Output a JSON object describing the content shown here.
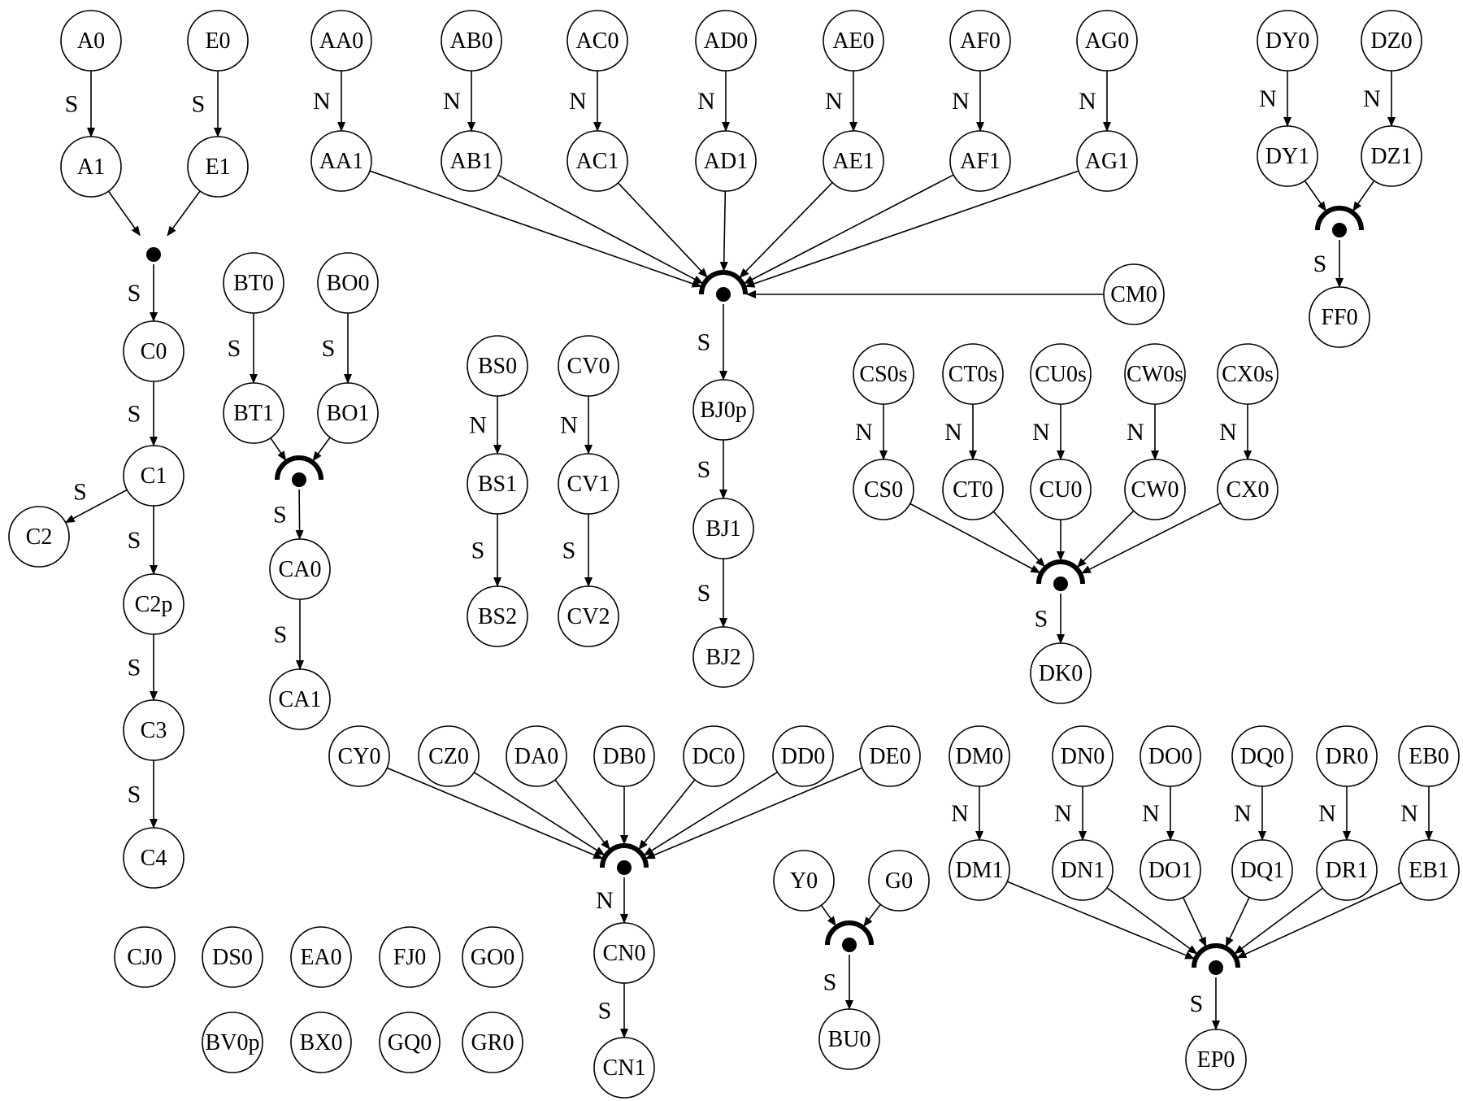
{
  "diagram": {
    "title": "",
    "nodes": [
      {
        "id": "A0",
        "label": "A0"
      },
      {
        "id": "A1",
        "label": "A1"
      },
      {
        "id": "E0",
        "label": "E0"
      },
      {
        "id": "E1",
        "label": "E1"
      },
      {
        "id": "C0",
        "label": "C0"
      },
      {
        "id": "C1",
        "label": "C1"
      },
      {
        "id": "C2",
        "label": "C2"
      },
      {
        "id": "C2p",
        "label": "C2p"
      },
      {
        "id": "C3",
        "label": "C3"
      },
      {
        "id": "C4",
        "label": "C4"
      },
      {
        "id": "BT0",
        "label": "BT0"
      },
      {
        "id": "BT1",
        "label": "BT1"
      },
      {
        "id": "BO0",
        "label": "BO0"
      },
      {
        "id": "BO1",
        "label": "BO1"
      },
      {
        "id": "CA0",
        "label": "CA0"
      },
      {
        "id": "CA1",
        "label": "CA1"
      },
      {
        "id": "AA0",
        "label": "AA0"
      },
      {
        "id": "AA1",
        "label": "AA1"
      },
      {
        "id": "AB0",
        "label": "AB0"
      },
      {
        "id": "AB1",
        "label": "AB1"
      },
      {
        "id": "AC0",
        "label": "AC0"
      },
      {
        "id": "AC1",
        "label": "AC1"
      },
      {
        "id": "AD0",
        "label": "AD0"
      },
      {
        "id": "AD1",
        "label": "AD1"
      },
      {
        "id": "AE0",
        "label": "AE0"
      },
      {
        "id": "AE1",
        "label": "AE1"
      },
      {
        "id": "AF0",
        "label": "AF0"
      },
      {
        "id": "AF1",
        "label": "AF1"
      },
      {
        "id": "AG0",
        "label": "AG0"
      },
      {
        "id": "AG1",
        "label": "AG1"
      },
      {
        "id": "CM0",
        "label": "CM0"
      },
      {
        "id": "BJ0p",
        "label": "BJ0p"
      },
      {
        "id": "BJ1",
        "label": "BJ1"
      },
      {
        "id": "BJ2",
        "label": "BJ2"
      },
      {
        "id": "BS0",
        "label": "BS0"
      },
      {
        "id": "BS1",
        "label": "BS1"
      },
      {
        "id": "BS2",
        "label": "BS2"
      },
      {
        "id": "CV0",
        "label": "CV0"
      },
      {
        "id": "CV1",
        "label": "CV1"
      },
      {
        "id": "CV2",
        "label": "CV2"
      },
      {
        "id": "DY0",
        "label": "DY0"
      },
      {
        "id": "DY1",
        "label": "DY1"
      },
      {
        "id": "DZ0",
        "label": "DZ0"
      },
      {
        "id": "DZ1",
        "label": "DZ1"
      },
      {
        "id": "FF0",
        "label": "FF0"
      },
      {
        "id": "CS0s",
        "label": "CS0s"
      },
      {
        "id": "CS0",
        "label": "CS0"
      },
      {
        "id": "CT0s",
        "label": "CT0s"
      },
      {
        "id": "CT0",
        "label": "CT0"
      },
      {
        "id": "CU0s",
        "label": "CU0s"
      },
      {
        "id": "CU0",
        "label": "CU0"
      },
      {
        "id": "CW0s",
        "label": "CW0s"
      },
      {
        "id": "CW0",
        "label": "CW0"
      },
      {
        "id": "CX0s",
        "label": "CX0s"
      },
      {
        "id": "CX0",
        "label": "CX0"
      },
      {
        "id": "DK0",
        "label": "DK0"
      },
      {
        "id": "CY0",
        "label": "CY0"
      },
      {
        "id": "CZ0",
        "label": "CZ0"
      },
      {
        "id": "DA0",
        "label": "DA0"
      },
      {
        "id": "DB0",
        "label": "DB0"
      },
      {
        "id": "DC0",
        "label": "DC0"
      },
      {
        "id": "DD0",
        "label": "DD0"
      },
      {
        "id": "DE0",
        "label": "DE0"
      },
      {
        "id": "CN0",
        "label": "CN0"
      },
      {
        "id": "CN1",
        "label": "CN1"
      },
      {
        "id": "Y0",
        "label": "Y0"
      },
      {
        "id": "G0",
        "label": "G0"
      },
      {
        "id": "BU0",
        "label": "BU0"
      },
      {
        "id": "DM0",
        "label": "DM0"
      },
      {
        "id": "DM1",
        "label": "DM1"
      },
      {
        "id": "DN0",
        "label": "DN0"
      },
      {
        "id": "DN1",
        "label": "DN1"
      },
      {
        "id": "DO0",
        "label": "DO0"
      },
      {
        "id": "DO1",
        "label": "DO1"
      },
      {
        "id": "DQ0",
        "label": "DQ0"
      },
      {
        "id": "DQ1",
        "label": "DQ1"
      },
      {
        "id": "DR0",
        "label": "DR0"
      },
      {
        "id": "DR1",
        "label": "DR1"
      },
      {
        "id": "EB0",
        "label": "EB0"
      },
      {
        "id": "EB1",
        "label": "EB1"
      },
      {
        "id": "EP0",
        "label": "EP0"
      },
      {
        "id": "CJ0",
        "label": "CJ0"
      },
      {
        "id": "DS0",
        "label": "DS0"
      },
      {
        "id": "EA0",
        "label": "EA0"
      },
      {
        "id": "FJ0",
        "label": "FJ0"
      },
      {
        "id": "GO0",
        "label": "GO0"
      },
      {
        "id": "BV0p",
        "label": "BV0p"
      },
      {
        "id": "BX0",
        "label": "BX0"
      },
      {
        "id": "GQ0",
        "label": "GQ0"
      },
      {
        "id": "GR0",
        "label": "GR0"
      }
    ],
    "junctions": [
      {
        "id": "J_C0",
        "type": "dot"
      },
      {
        "id": "J_CA0",
        "type": "arc"
      },
      {
        "id": "J_BJ",
        "type": "arc"
      },
      {
        "id": "J_FF0",
        "type": "arc"
      },
      {
        "id": "J_DK0",
        "type": "arc"
      },
      {
        "id": "J_CN0",
        "type": "arc"
      },
      {
        "id": "J_BU0",
        "type": "arc"
      },
      {
        "id": "J_EP0",
        "type": "arc"
      }
    ],
    "edges": [
      {
        "from": "A0",
        "to": "A1",
        "label": "S"
      },
      {
        "from": "E0",
        "to": "E1",
        "label": "S"
      },
      {
        "from": "A1",
        "to": "J_C0",
        "label": ""
      },
      {
        "from": "E1",
        "to": "J_C0",
        "label": ""
      },
      {
        "from": "J_C0",
        "to": "C0",
        "label": "S"
      },
      {
        "from": "C0",
        "to": "C1",
        "label": "S"
      },
      {
        "from": "C1",
        "to": "C2",
        "label": "S"
      },
      {
        "from": "C1",
        "to": "C2p",
        "label": "S"
      },
      {
        "from": "C2p",
        "to": "C3",
        "label": "S"
      },
      {
        "from": "C3",
        "to": "C4",
        "label": "S"
      },
      {
        "from": "BT0",
        "to": "BT1",
        "label": "S"
      },
      {
        "from": "BO0",
        "to": "BO1",
        "label": "S"
      },
      {
        "from": "BT1",
        "to": "J_CA0",
        "label": ""
      },
      {
        "from": "BO1",
        "to": "J_CA0",
        "label": ""
      },
      {
        "from": "J_CA0",
        "to": "CA0",
        "label": "S"
      },
      {
        "from": "CA0",
        "to": "CA1",
        "label": "S"
      },
      {
        "from": "AA0",
        "to": "AA1",
        "label": "N"
      },
      {
        "from": "AB0",
        "to": "AB1",
        "label": "N"
      },
      {
        "from": "AC0",
        "to": "AC1",
        "label": "N"
      },
      {
        "from": "AD0",
        "to": "AD1",
        "label": "N"
      },
      {
        "from": "AE0",
        "to": "AE1",
        "label": "N"
      },
      {
        "from": "AF0",
        "to": "AF1",
        "label": "N"
      },
      {
        "from": "AG0",
        "to": "AG1",
        "label": "N"
      },
      {
        "from": "AA1",
        "to": "J_BJ",
        "label": ""
      },
      {
        "from": "AB1",
        "to": "J_BJ",
        "label": ""
      },
      {
        "from": "AC1",
        "to": "J_BJ",
        "label": ""
      },
      {
        "from": "AD1",
        "to": "J_BJ",
        "label": ""
      },
      {
        "from": "AE1",
        "to": "J_BJ",
        "label": ""
      },
      {
        "from": "AF1",
        "to": "J_BJ",
        "label": ""
      },
      {
        "from": "AG1",
        "to": "J_BJ",
        "label": ""
      },
      {
        "from": "CM0",
        "to": "J_BJ",
        "label": ""
      },
      {
        "from": "J_BJ",
        "to": "BJ0p",
        "label": "S"
      },
      {
        "from": "BJ0p",
        "to": "BJ1",
        "label": "S"
      },
      {
        "from": "BJ1",
        "to": "BJ2",
        "label": "S"
      },
      {
        "from": "BS0",
        "to": "BS1",
        "label": "N"
      },
      {
        "from": "BS1",
        "to": "BS2",
        "label": "S"
      },
      {
        "from": "CV0",
        "to": "CV1",
        "label": "N"
      },
      {
        "from": "CV1",
        "to": "CV2",
        "label": "S"
      },
      {
        "from": "DY0",
        "to": "DY1",
        "label": "N"
      },
      {
        "from": "DZ0",
        "to": "DZ1",
        "label": "N"
      },
      {
        "from": "DY1",
        "to": "J_FF0",
        "label": ""
      },
      {
        "from": "DZ1",
        "to": "J_FF0",
        "label": ""
      },
      {
        "from": "J_FF0",
        "to": "FF0",
        "label": "S"
      },
      {
        "from": "CS0s",
        "to": "CS0",
        "label": "N"
      },
      {
        "from": "CT0s",
        "to": "CT0",
        "label": "N"
      },
      {
        "from": "CU0s",
        "to": "CU0",
        "label": "N"
      },
      {
        "from": "CW0s",
        "to": "CW0",
        "label": "N"
      },
      {
        "from": "CX0s",
        "to": "CX0",
        "label": "N"
      },
      {
        "from": "CS0",
        "to": "J_DK0",
        "label": ""
      },
      {
        "from": "CT0",
        "to": "J_DK0",
        "label": ""
      },
      {
        "from": "CU0",
        "to": "J_DK0",
        "label": ""
      },
      {
        "from": "CW0",
        "to": "J_DK0",
        "label": ""
      },
      {
        "from": "CX0",
        "to": "J_DK0",
        "label": ""
      },
      {
        "from": "J_DK0",
        "to": "DK0",
        "label": "S"
      },
      {
        "from": "CY0",
        "to": "J_CN0",
        "label": ""
      },
      {
        "from": "CZ0",
        "to": "J_CN0",
        "label": ""
      },
      {
        "from": "DA0",
        "to": "J_CN0",
        "label": ""
      },
      {
        "from": "DB0",
        "to": "J_CN0",
        "label": ""
      },
      {
        "from": "DC0",
        "to": "J_CN0",
        "label": ""
      },
      {
        "from": "DD0",
        "to": "J_CN0",
        "label": ""
      },
      {
        "from": "DE0",
        "to": "J_CN0",
        "label": ""
      },
      {
        "from": "J_CN0",
        "to": "CN0",
        "label": "N"
      },
      {
        "from": "CN0",
        "to": "CN1",
        "label": "S"
      },
      {
        "from": "Y0",
        "to": "J_BU0",
        "label": ""
      },
      {
        "from": "G0",
        "to": "J_BU0",
        "label": ""
      },
      {
        "from": "J_BU0",
        "to": "BU0",
        "label": "S"
      },
      {
        "from": "DM0",
        "to": "DM1",
        "label": "N"
      },
      {
        "from": "DN0",
        "to": "DN1",
        "label": "N"
      },
      {
        "from": "DO0",
        "to": "DO1",
        "label": "N"
      },
      {
        "from": "DQ0",
        "to": "DQ1",
        "label": "N"
      },
      {
        "from": "DR0",
        "to": "DR1",
        "label": "N"
      },
      {
        "from": "EB0",
        "to": "EB1",
        "label": "N"
      },
      {
        "from": "DM1",
        "to": "J_EP0",
        "label": ""
      },
      {
        "from": "DN1",
        "to": "J_EP0",
        "label": ""
      },
      {
        "from": "DO1",
        "to": "J_EP0",
        "label": ""
      },
      {
        "from": "DQ1",
        "to": "J_EP0",
        "label": ""
      },
      {
        "from": "DR1",
        "to": "J_EP0",
        "label": ""
      },
      {
        "from": "EB1",
        "to": "J_EP0",
        "label": ""
      },
      {
        "from": "J_EP0",
        "to": "EP0",
        "label": "S"
      }
    ]
  }
}
